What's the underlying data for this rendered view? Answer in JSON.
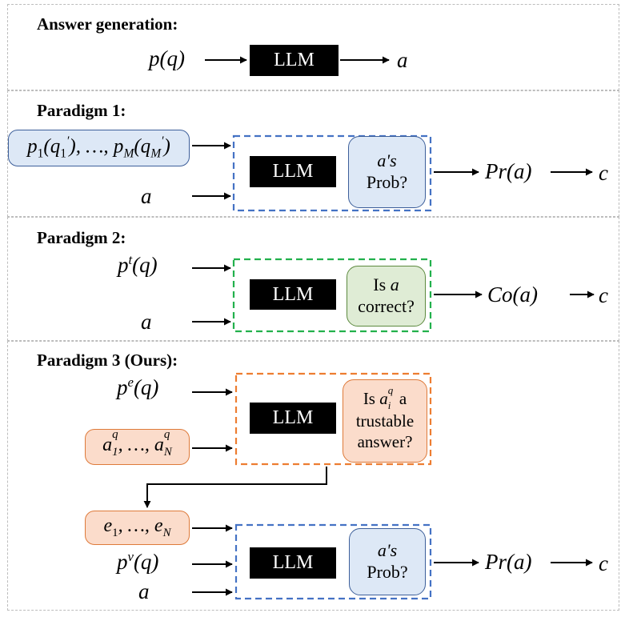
{
  "colors": {
    "panel_border": "#bdbdbd",
    "llm_fill": "#000000",
    "blue_fill": "#dde8f6",
    "blue_border": "#3d5f9a",
    "blue_dash": "#4472c4",
    "orange_fill": "#fbdccb",
    "orange_border": "#de7a3a",
    "orange_dash": "#ed7d31",
    "green_fill": "#dfecd5",
    "green_border": "#5d8a3f",
    "green_dash": "#22b14c"
  },
  "llm_label": "LLM",
  "answer_generation": {
    "title": "Answer generation:",
    "input": "p(q)",
    "output": "a"
  },
  "paradigm1": {
    "title": "Paradigm 1:",
    "input_top": "p1(q'1), ..., pM(q'M)",
    "input_bottom": "a",
    "question_line1": "a's",
    "question_line2": "Prob?",
    "result": "Pr(a)",
    "final": "c"
  },
  "paradigm2": {
    "title": "Paradigm 2:",
    "input_top": "p^t(q)",
    "input_bottom": "a",
    "question_line1": "Is a",
    "question_line2": "correct?",
    "result": "Co(a)",
    "final": "c"
  },
  "paradigm3": {
    "title": "Paradigm 3 (Ours):",
    "stage1": {
      "input_top": "p^e(q)",
      "input_bottom": "a^q_1, ..., a^q_N",
      "question_line1": "Is a^q_i a",
      "question_line2": "trustable",
      "question_line3": "answer?"
    },
    "stage2": {
      "input_top": "e1, ..., eN",
      "input_middle": "p^v(q)",
      "input_bottom": "a",
      "question_line1": "a's",
      "question_line2": "Prob?",
      "result": "Pr(a)",
      "final": "c"
    }
  }
}
